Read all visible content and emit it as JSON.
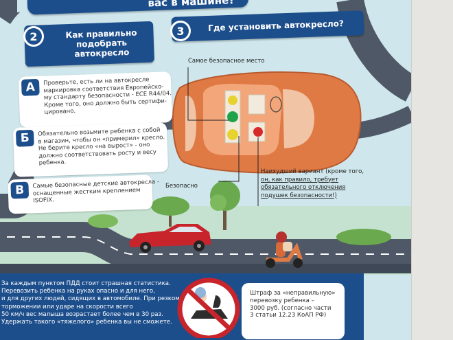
{
  "header": {
    "partial_title": "вас в машине?",
    "step2_number": "2",
    "step2_title": [
      "Как правильно",
      "подобрать",
      "автокресло"
    ],
    "step3_number": "3",
    "step3_title": "Где установить автокресло?"
  },
  "tips": [
    {
      "letter": "А",
      "lines": [
        "Проверьте, есть ли на автокресле",
        "маркировка соответствия Европейско-",
        "му стандарту безопасности - ECE R44/04.",
        "Кроме того, оно должно быть сертифи-",
        "цировано."
      ]
    },
    {
      "letter": "Б",
      "lines": [
        "Обязательно возьмите ребенка с собой",
        "в магазин, чтобы он «примерил» кресло.",
        "Не берите кресло «на вырост» - оно",
        "должно соответствовать росту и весу",
        "ребенка."
      ]
    },
    {
      "letter": "В",
      "lines": [
        "Самые безопасные детские автокресла -",
        "оснащенные жестким креплением",
        "ISOFIX."
      ]
    }
  ],
  "diagram": {
    "safest_label": "Самое безопасное место",
    "safe_label": "Безопасно",
    "worst_lines": [
      "Наихудший вариант (кроме того,",
      "он, как правило, требует",
      "обязательного отключения",
      "подушек безопасности!)"
    ]
  },
  "bottom": {
    "statistics_lines": [
      "За каждым пунктом ПДД стоит страшная статистика.",
      "Перевозить ребенка на руках опасно и для него,",
      "и для других людей, сидящих в автомобиле. При резком",
      "торможении или ударе на скорости всего",
      "50 км/ч вес малыша возрастает более чем в 30 раз.",
      "Удержать такого «тяжелого» ребенка вы не сможете."
    ],
    "fine_lines": [
      "Штраф за «неправильную»",
      "перевозку ребенка –",
      "3000 руб. (согласно части",
      "3 статьи 12.23 КоАП РФ)"
    ]
  },
  "colors": {
    "banner": "#1d4e8c",
    "car_body": "#e07a45",
    "red_car": "#c8242b",
    "road": "#4f5866",
    "sky": "#cfe7ec",
    "green_seat": "#1ea24a",
    "yellow_seat": "#e8d230",
    "red_seat": "#d62a2a"
  },
  "icons": [
    "car-top-view",
    "red-car",
    "scooter-rider",
    "tree",
    "no-holding-child-sign"
  ]
}
